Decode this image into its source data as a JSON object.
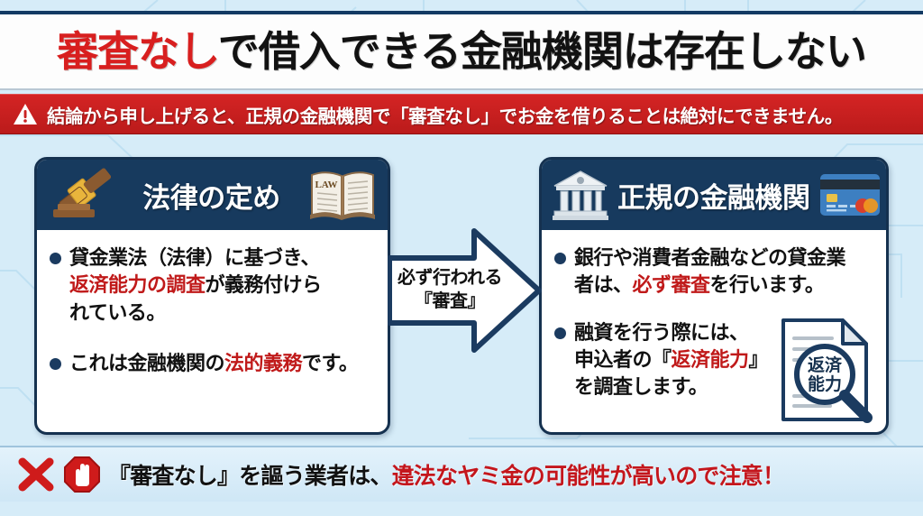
{
  "page": {
    "background_color": "#d6ecf8",
    "accent_navy": "#173a5e",
    "accent_red": "#c4161c"
  },
  "title": {
    "highlight": "審査なし",
    "rest": "で借入できる金融機関は存在しない",
    "highlight_color": "#d81f1f",
    "rest_color": "#121212"
  },
  "alert": {
    "icon": "warning-triangle-icon",
    "text": "結論から申し上げると、正規の金融機関で「審査なし」でお金を借りることは絶対にできません。",
    "background": "#c92222"
  },
  "left_card": {
    "header": {
      "title": "法律の定め",
      "left_icon": "gavel-icon",
      "right_icon": "law-book-icon",
      "book_label": "LAW"
    },
    "bullets": [
      {
        "part1": "貸金業法（法律）に基づき、",
        "highlight": "返済能力の調査",
        "part2": "が義務付けら",
        "part3": "れている。"
      },
      {
        "part1": "これは金融機関の",
        "highlight": "法的義務",
        "part2": "です。"
      }
    ]
  },
  "arrow": {
    "line1": "必ず行われる",
    "line2": "『審査』",
    "direction": "right",
    "fill": "#ffffff",
    "stroke": "#1b3b60"
  },
  "right_card": {
    "header": {
      "title": "正規の金融機関",
      "left_icon": "bank-building-icon",
      "right_icon": "credit-card-icon"
    },
    "bullets": [
      {
        "part1": "銀行や消費者金融などの貸金業",
        "part2": "者は、",
        "highlight": "必ず審査",
        "part3": "を行います。"
      },
      {
        "part1": "融資を行う際には、",
        "part2": "申込者の『",
        "highlight": "返済能力",
        "part3": "』",
        "part4": "を調査します。"
      }
    ],
    "document_icon": {
      "name": "document-magnifier-icon",
      "magnifier_line1": "返済",
      "magnifier_line2": "能力"
    }
  },
  "bottom": {
    "icon_cross": "red-x-icon",
    "icon_stop": "stop-hand-icon",
    "text_black": "『審査なし』を謳う業者は、",
    "text_red": "違法なヤミ金の可能性が高いので注意！"
  }
}
